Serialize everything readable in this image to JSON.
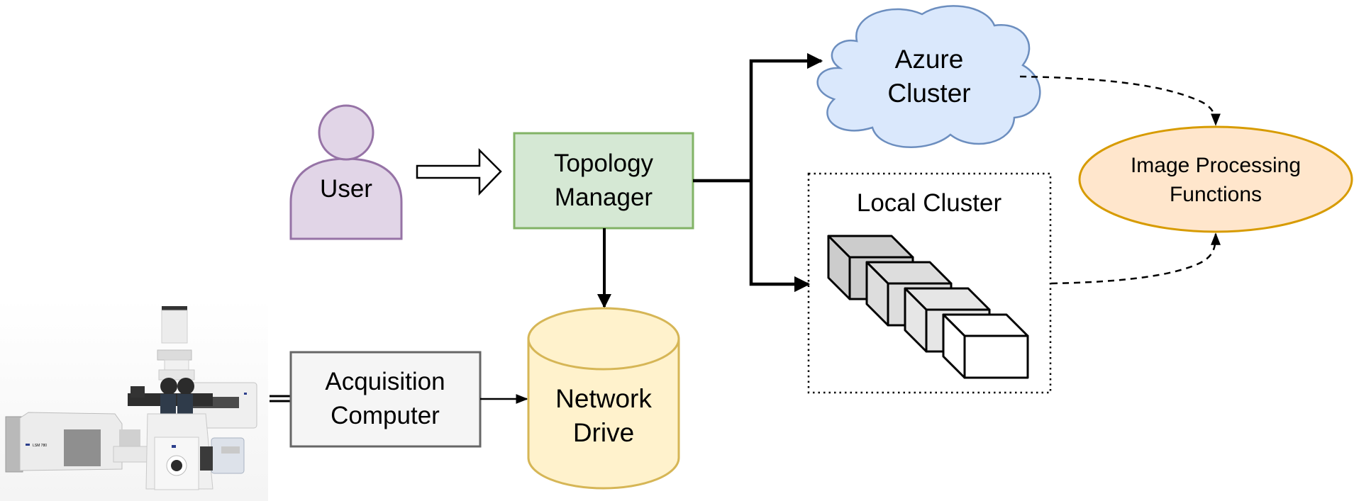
{
  "nodes": {
    "user": {
      "label": "User",
      "fill": "#e1d5e7",
      "stroke": "#9673a6"
    },
    "topology_manager": {
      "line1": "Topology",
      "line2": "Manager",
      "fill": "#d5e8d4",
      "stroke": "#82b366"
    },
    "azure_cluster": {
      "line1": "Azure",
      "line2": "Cluster",
      "fill": "#dae8fc",
      "stroke": "#6c8ebf"
    },
    "local_cluster": {
      "label": "Local Cluster",
      "node_count": 4,
      "node_fills": [
        "#cccccc",
        "#dddddd",
        "#e6e6e6",
        "#ffffff"
      ]
    },
    "image_processing": {
      "line1": "Image Processing",
      "line2": "Functions",
      "fill": "#ffe6cc",
      "stroke": "#d79b00"
    },
    "acquisition_computer": {
      "line1": "Acquisition",
      "line2": "Computer",
      "fill": "#f5f5f5",
      "stroke": "#666666"
    },
    "network_drive": {
      "line1": "Network",
      "line2": "Drive",
      "fill": "#fff2cc",
      "stroke": "#d6b656"
    },
    "microscope": {
      "model_label": "LSM 780"
    }
  },
  "edges": [
    {
      "from": "user",
      "to": "topology_manager",
      "style": "hollow-arrow"
    },
    {
      "from": "topology_manager",
      "to": "azure_cluster",
      "style": "solid-arrow"
    },
    {
      "from": "topology_manager",
      "to": "local_cluster",
      "style": "solid-arrow"
    },
    {
      "from": "topology_manager",
      "to": "network_drive",
      "style": "solid-arrow"
    },
    {
      "from": "acquisition_computer",
      "to": "network_drive",
      "style": "solid-arrow"
    },
    {
      "from": "microscope",
      "to": "acquisition_computer",
      "style": "double-line"
    },
    {
      "from": "azure_cluster",
      "to": "image_processing",
      "style": "dashed-arrow"
    },
    {
      "from": "local_cluster",
      "to": "image_processing",
      "style": "dashed-arrow"
    }
  ]
}
